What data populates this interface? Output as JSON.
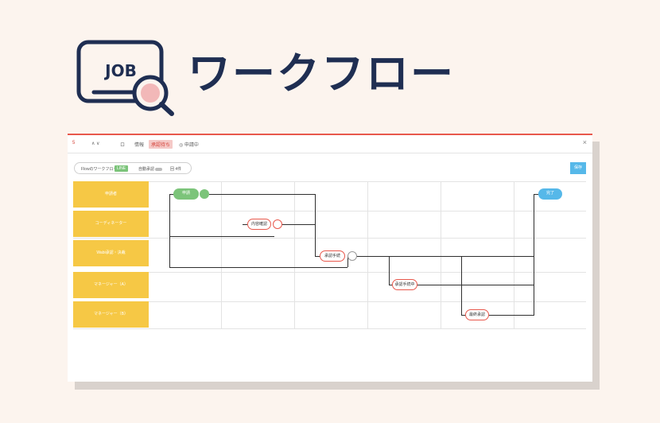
{
  "hero": {
    "icon_text": "JOB",
    "title": "ワークフロー",
    "icon": "monitor-magnifier-icon"
  },
  "window": {
    "titlebar": {
      "number": "5",
      "nav": "∧ ∨",
      "text_1": "ロ",
      "text_2": "情報",
      "badge": "承認待ち",
      "text_3": "◎ 申請中",
      "close": "×"
    },
    "toolbar": {
      "flow_label": "Flowのワークフロー",
      "tag": "LINE",
      "toggle_label": "自動承認",
      "count_label": "回 4件"
    },
    "side_button": "保存",
    "lanes": [
      {
        "label": "申請者"
      },
      {
        "label": "コーディネーター"
      },
      {
        "label": "Wabi承認・決裁"
      },
      {
        "label": "マネージャー（A）"
      },
      {
        "label": "マネージャー（B）"
      }
    ],
    "nodes": {
      "start": "申請",
      "coordinator": "内容確認",
      "approval": "承認手続",
      "manager_a": "承認手続中",
      "manager_b": "最終承認",
      "end": "完了"
    }
  },
  "colors": {
    "background": "#fcf4ee",
    "title": "#1f2e52",
    "lane": "#f6c845",
    "accent_red": "#e8584c",
    "green": "#7cc47a",
    "blue": "#56b8e9"
  }
}
